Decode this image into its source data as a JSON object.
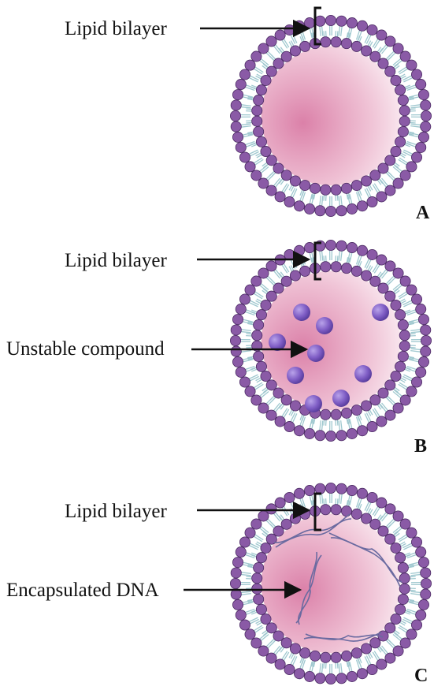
{
  "panels": [
    {
      "letter": "A",
      "labels": [
        "Lipid bilayer"
      ]
    },
    {
      "letter": "B",
      "labels": [
        "Lipid bilayer",
        "Unstable compound"
      ]
    },
    {
      "letter": "C",
      "labels": [
        "Lipid bilayer",
        "Encapsulated DNA"
      ]
    }
  ],
  "colors": {
    "head_fill": "#8a5aa6",
    "head_stroke": "#4b2a63",
    "tail": "#9fc8cf",
    "interior_center": "#d97aa4",
    "interior_edge": "#ffffff",
    "particle": "#7e5cc4",
    "dna": "#6a6aa0",
    "ink": "#111111"
  }
}
